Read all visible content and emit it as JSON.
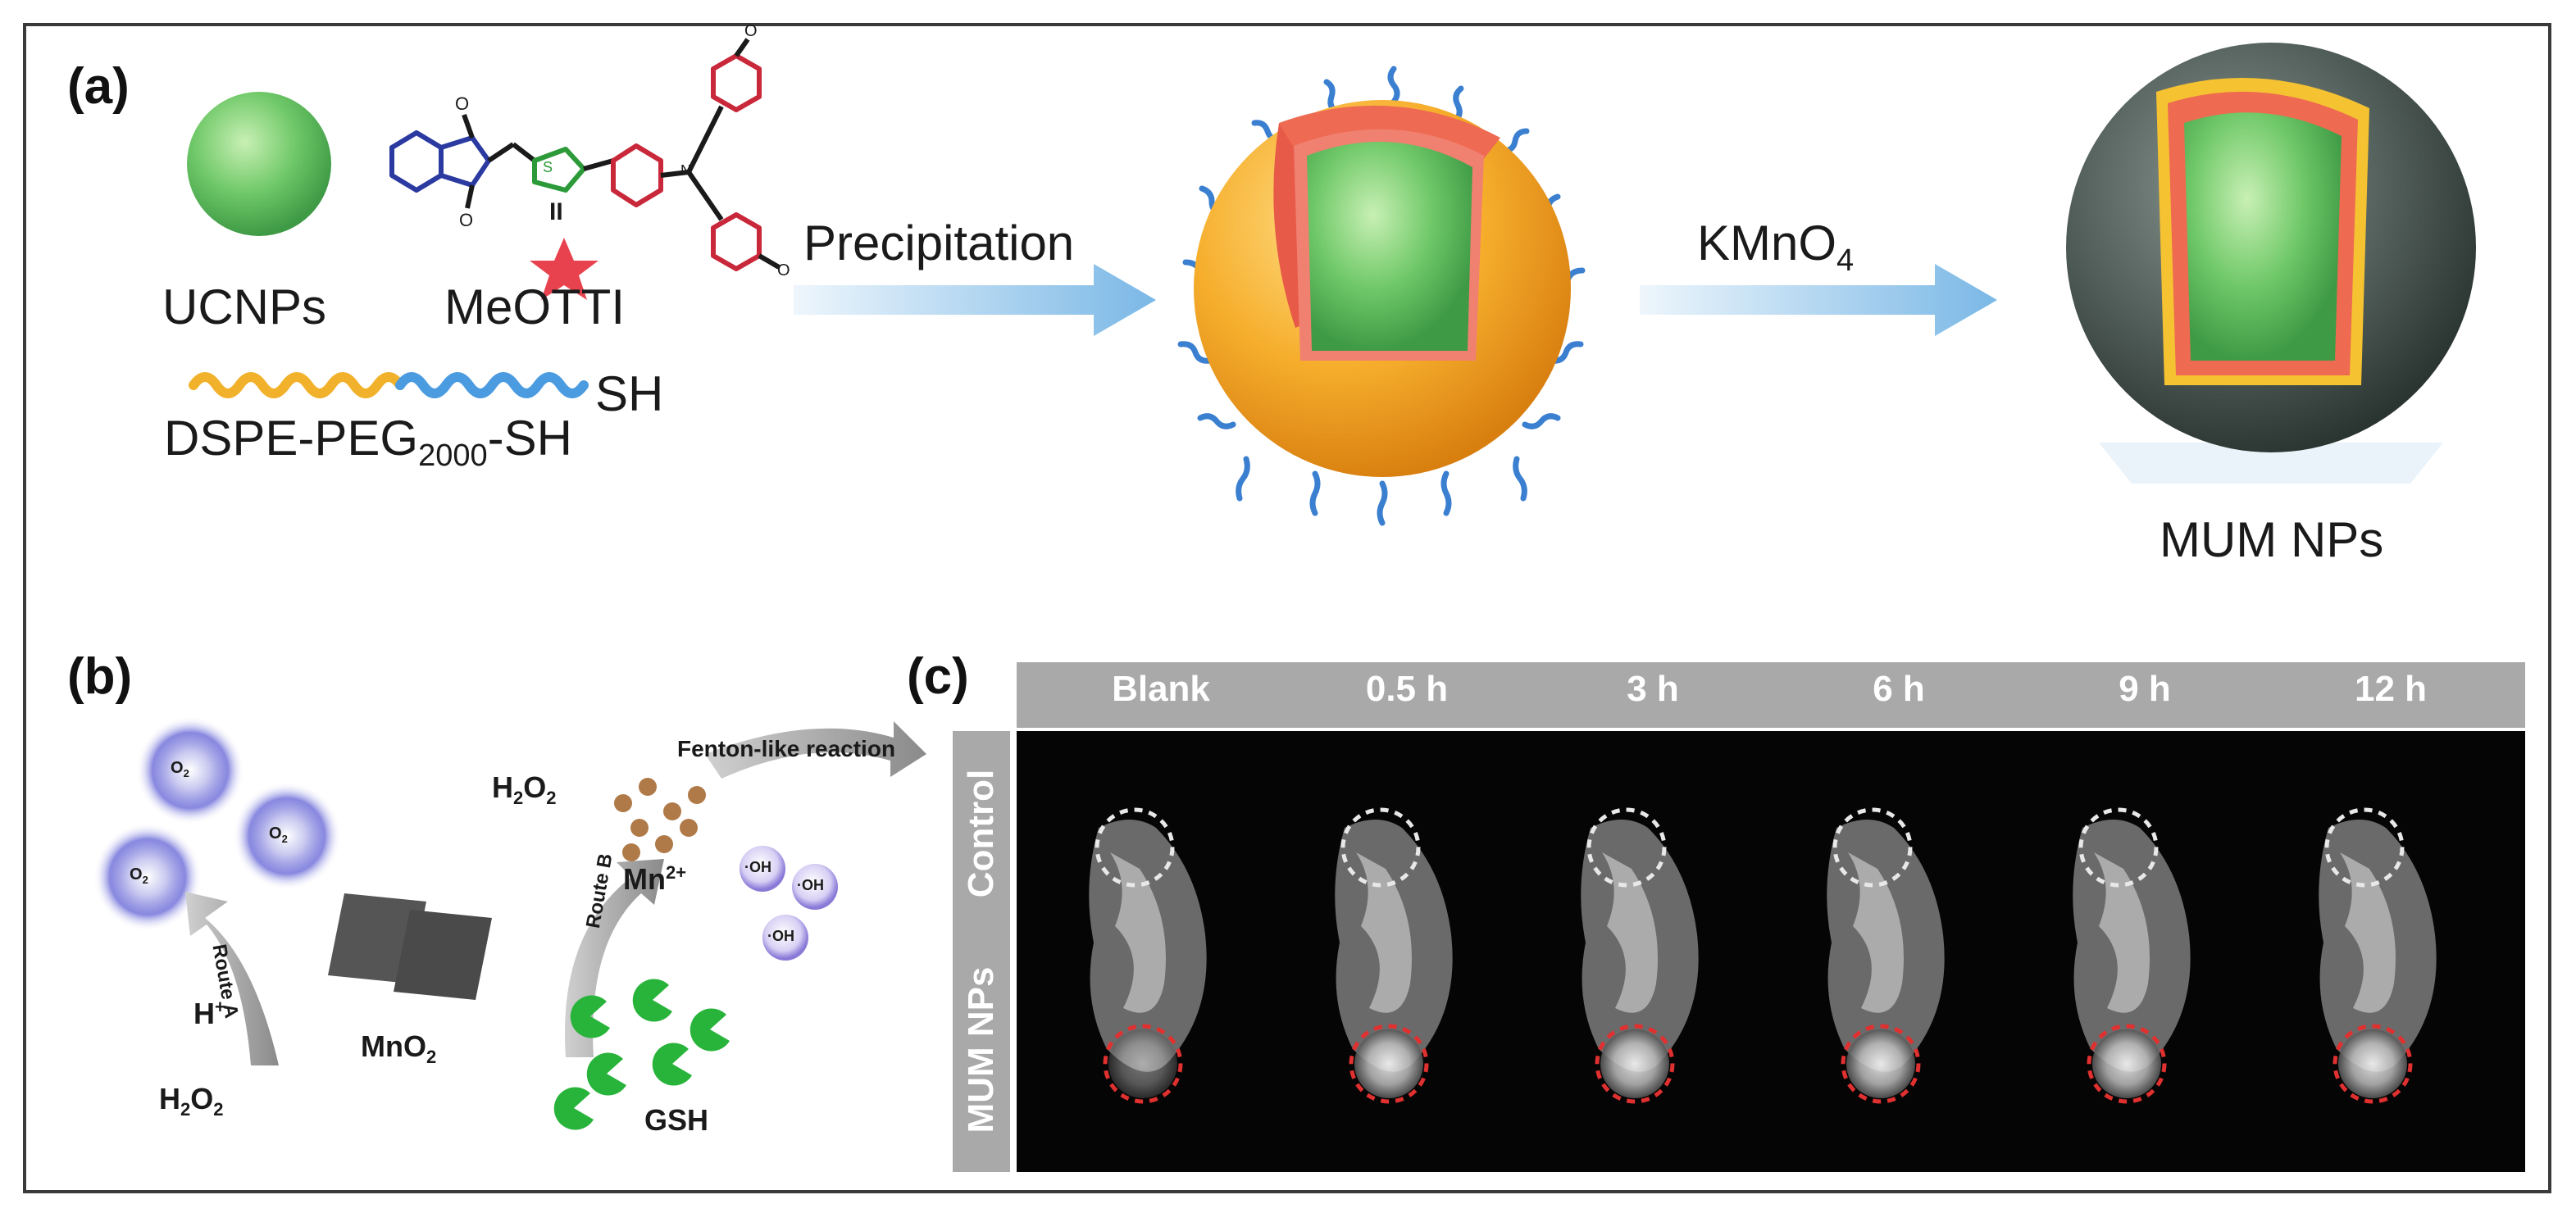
{
  "panel_a": {
    "label": "(a)",
    "ucnps": "UCNPs",
    "dye": "MeOTTI",
    "polymer": "DSPE-PEG",
    "polymer_sub": "2000",
    "polymer_end": "-SH",
    "sh_label": "SH",
    "step1": "Precipitation",
    "step2": "KMnO",
    "step2_sub": "4",
    "product": "MUM NPs"
  },
  "panel_b": {
    "label": "(b)",
    "o2": "O",
    "o2_sub": "2",
    "route_a": "Route A",
    "route_b": "Route B",
    "h_plus": "H",
    "h_plus_sup": "+",
    "h2o2_left": "H",
    "h2o2_sub1": "2",
    "h2o2_o": "O",
    "h2o2_sub2": "2",
    "mno2": "MnO",
    "mno2_sub": "2",
    "fenton": "Fenton-like reaction",
    "mn": "Mn",
    "mn_sup": "2+",
    "oh": "·OH",
    "gsh": "GSH"
  },
  "panel_c": {
    "label": "(c)",
    "timepoints": [
      "Blank",
      "0.5 h",
      "3 h",
      "6 h",
      "9 h",
      "12 h"
    ],
    "row_labels": [
      "Control",
      "MUM NPs"
    ]
  },
  "colors": {
    "frame": "#3a3a3a",
    "strip": "#a9a9a9",
    "core_green": "#7fd37a",
    "shell_orange": "#f3a728",
    "layer_red": "#e8524a",
    "peg_blue": "#3a7fd0",
    "arrow_blue": "#8dc3ea",
    "gsh_green": "#28b33a",
    "control_circle": "#e8e8e8",
    "tumor_circle": "#e03030"
  }
}
